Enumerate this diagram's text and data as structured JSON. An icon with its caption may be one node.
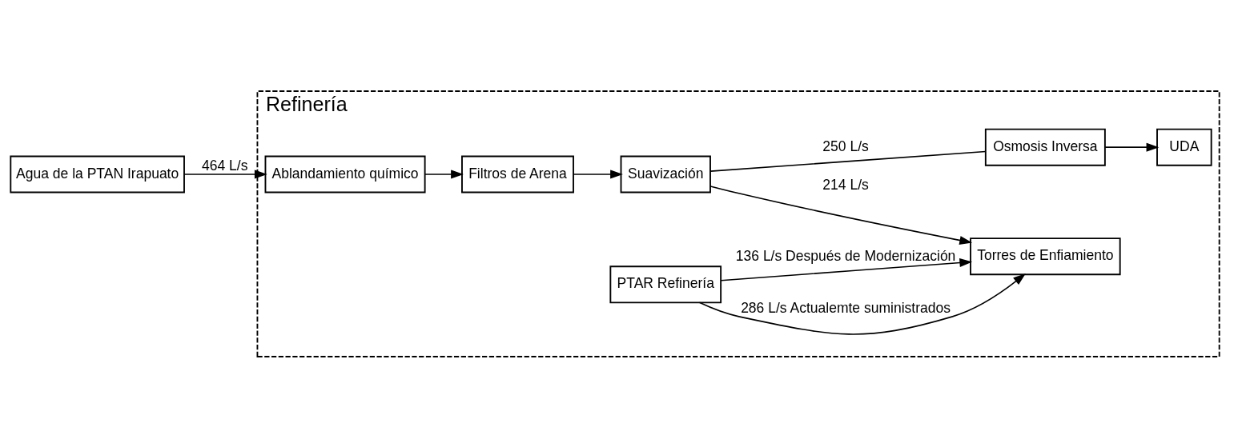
{
  "diagram": {
    "nodes": [
      {
        "text": [
          "Refinería"
        ]
      },
      {
        "text": [
          "Agua de la PTAN Irapuato"
        ]
      },
      {
        "text": [
          "Ablandamiento químico"
        ],
        "in": 0
      },
      {
        "text": [
          "Filtros de Arena"
        ],
        "in": 0
      },
      {
        "text": [
          "Suavización"
        ],
        "in": 0
      },
      {
        "text": [
          "Torres de Enfiamiento"
        ],
        "in": 0
      },
      {
        "text": [
          "PTAR Refinería"
        ],
        "in": 0
      },
      {
        "text": [
          "Osmosis Inversa"
        ],
        "in": 0
      },
      {
        "text": [
          "UDA"
        ],
        "in": 0
      }
    ],
    "edges": [
      {
        "from": 1,
        "to": 2,
        "arrow": "to",
        "label": "464 L/s"
      },
      {
        "from": 2,
        "to": 3,
        "arrow": "to"
      },
      {
        "from": 3,
        "to": 4,
        "arrow": "to"
      },
      {
        "from": 4,
        "to": 5,
        "arrow": "to",
        "label": "214 L/s"
      },
      {
        "from": 4,
        "to": 7,
        "arrow": "none",
        "label": "250 L/s"
      },
      {
        "from": 7,
        "to": 8,
        "arrow": "to"
      },
      {
        "from": 6,
        "to": 5,
        "arrow": "to",
        "label": "286 L/s Actualemte suministrados"
      },
      {
        "from": 6,
        "to": 5,
        "arrow": "to",
        "label": "136 L/s Después de Modernización"
      }
    ]
  }
}
